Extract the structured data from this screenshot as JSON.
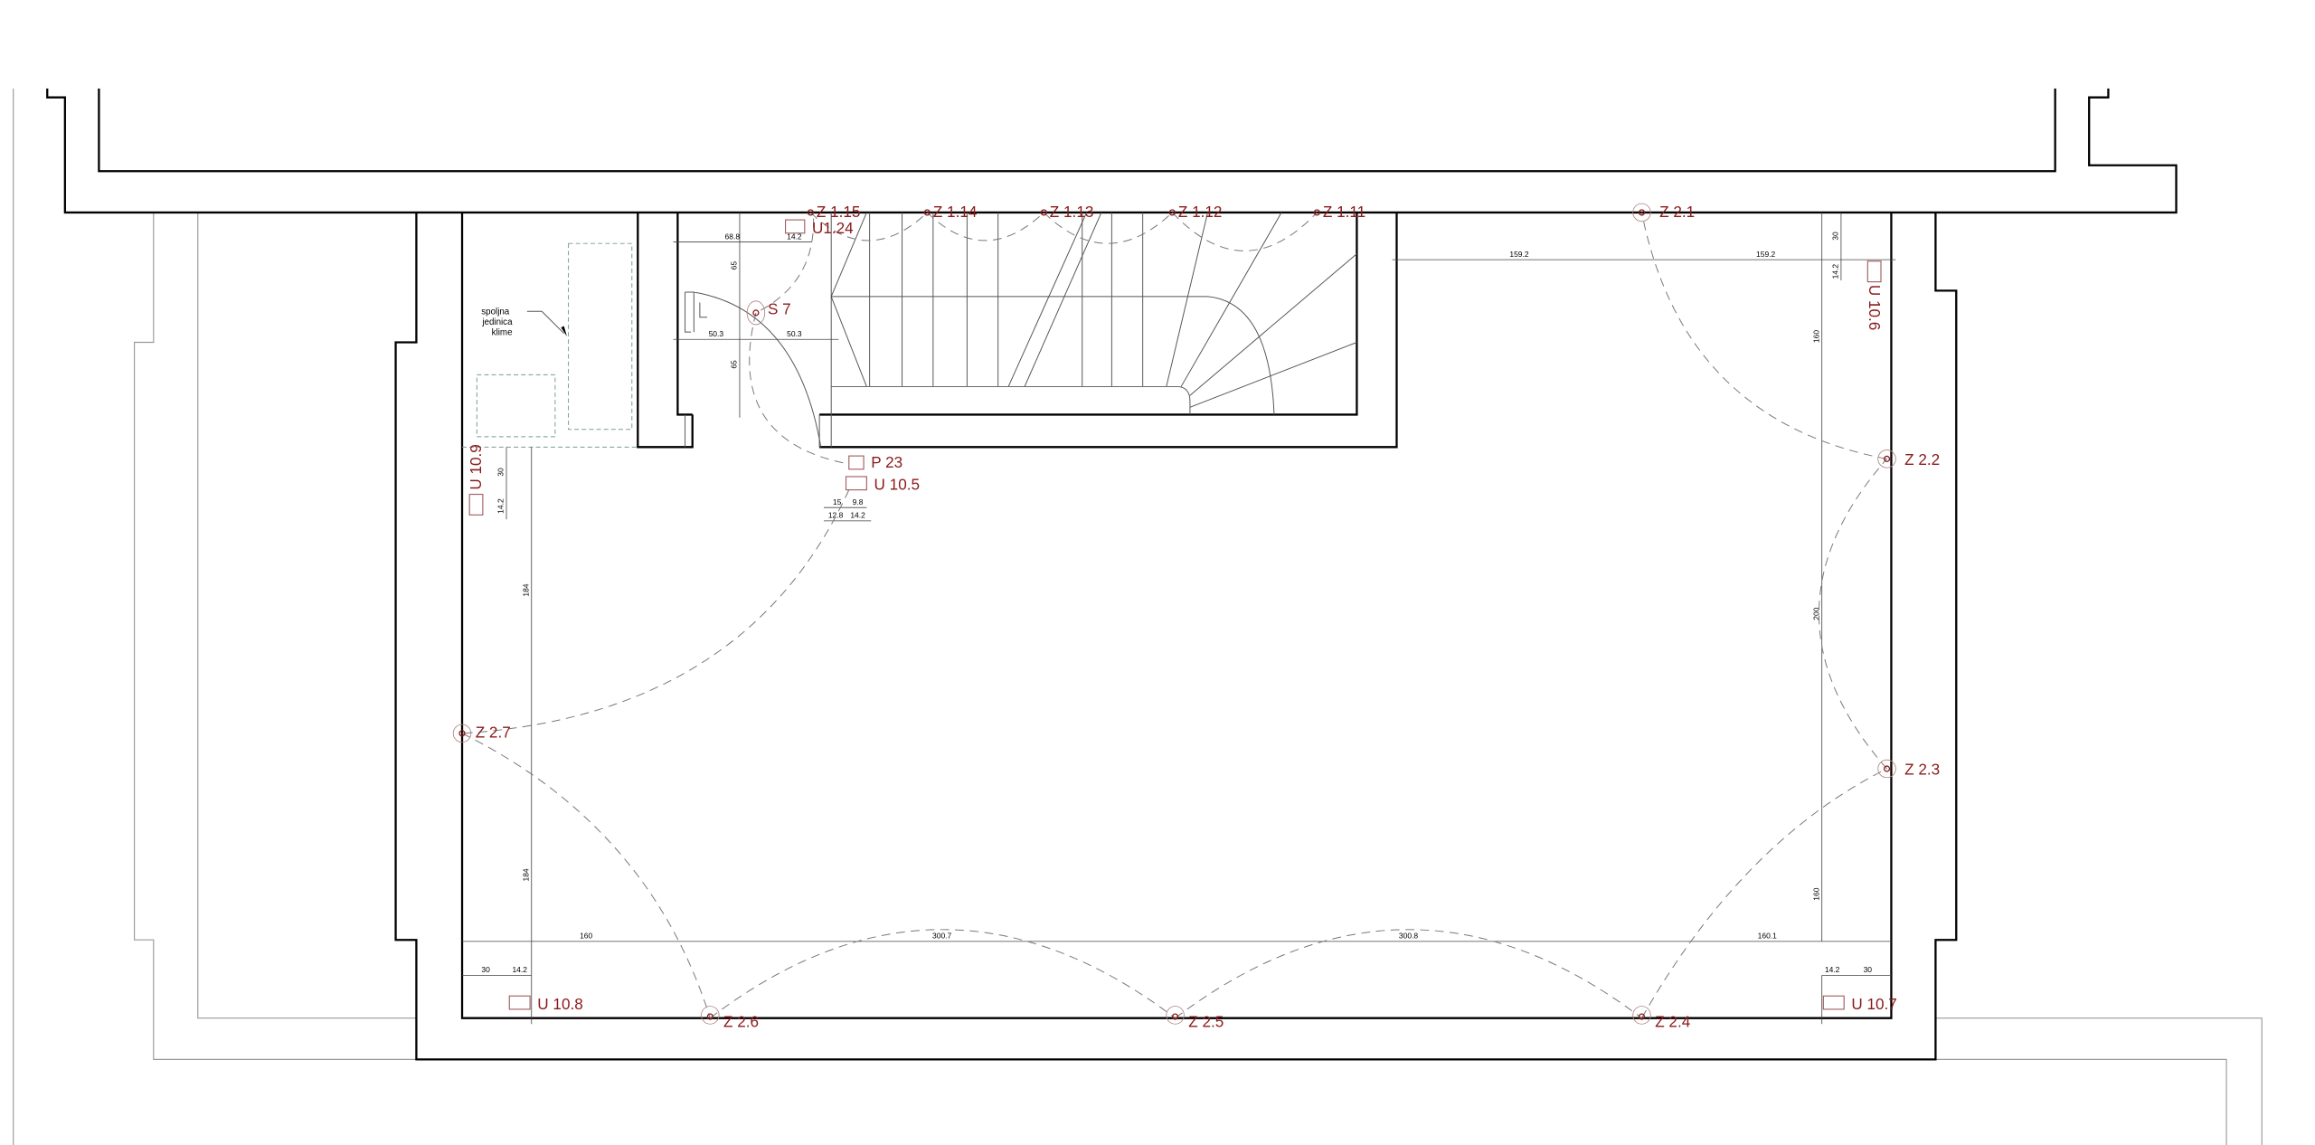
{
  "fixtures": {
    "z1_15": "Z 1.15",
    "z1_14": "Z 1.14",
    "z1_13": "Z 1.13",
    "z1_12": "Z 1.12",
    "z1_11": "Z 1.11",
    "z2_1": "Z 2.1",
    "z2_2": "Z 2.2",
    "z2_3": "Z 2.3",
    "z2_4": "Z 2.4",
    "z2_5": "Z 2.5",
    "z2_6": "Z 2.6",
    "z2_7": "Z 2.7",
    "s7": "S 7",
    "p23": "P 23",
    "u1_24": "U1.24",
    "u10_5": "U 10.5",
    "u10_6": "U 10.6",
    "u10_7": "U 10.7",
    "u10_8": "U 10.8",
    "u10_9": "U 10.9"
  },
  "dims": {
    "d68_8": "68.8",
    "d14_2a": "14.2",
    "d65a": "65",
    "d65b": "65",
    "d50_3a": "50.3",
    "d50_3b": "50.3",
    "d15": "15",
    "d9_8": "9.8",
    "d12_8": "12.8",
    "d14_2b": "14.2",
    "d30a": "30",
    "d14_2c": "14.2",
    "d184a": "184",
    "d184b": "184",
    "d160a": "160",
    "d300_7": "300.7",
    "d300_8": "300.8",
    "d160_1": "160.1",
    "d30b": "30",
    "d14_2d": "14.2",
    "d14_2e": "14.2",
    "d30c": "30",
    "d159_2a": "159.2",
    "d159_2b": "159.2",
    "d30d": "30",
    "d14_2f": "14.2",
    "d160b": "160",
    "d200": "200",
    "d160c": "160"
  },
  "note": {
    "line1": "spoljna",
    "line2": "jedinica",
    "line3": "klime"
  }
}
